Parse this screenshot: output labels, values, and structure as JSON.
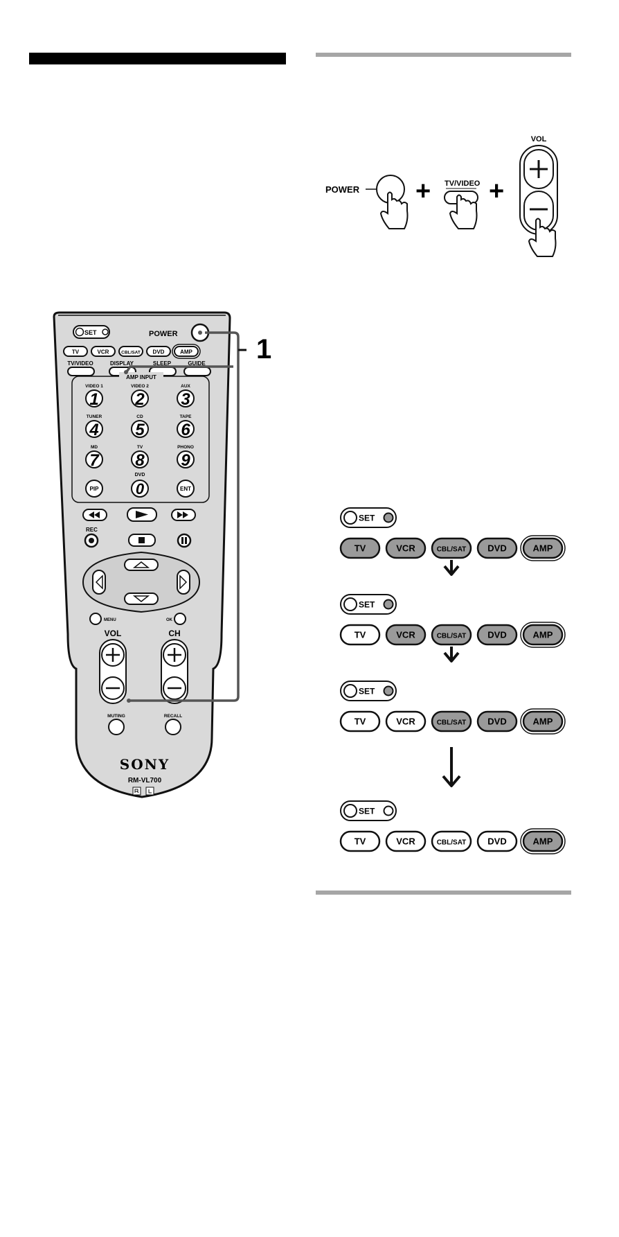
{
  "colors": {
    "ink": "#111111",
    "rule_gray": "#a6a6a6",
    "lit_gray": "#9a9a9a",
    "remote_gray": "#d9d9d9"
  },
  "top_combo": {
    "power_label": "POWER",
    "tv_video_label": "TV/VIDEO",
    "vol_label": "VOL",
    "plus_symbol": "+"
  },
  "remote": {
    "set_label": "SET",
    "power_label": "POWER",
    "callout_number": "1",
    "device_buttons": [
      "TV",
      "VCR",
      "CBL/SAT",
      "DVD",
      "AMP"
    ],
    "function_buttons": [
      "TV/VIDEO",
      "DISPLAY",
      "SLEEP",
      "GUIDE"
    ],
    "amp_input_label": "AMP INPUT",
    "keypad": [
      {
        "sub": "VIDEO 1",
        "num": "1"
      },
      {
        "sub": "VIDEO 2",
        "num": "2"
      },
      {
        "sub": "AUX",
        "num": "3"
      },
      {
        "sub": "TUNER",
        "num": "4"
      },
      {
        "sub": "CD",
        "num": "5"
      },
      {
        "sub": "TAPE",
        "num": "6"
      },
      {
        "sub": "MD",
        "num": "7"
      },
      {
        "sub": "TV",
        "num": "8"
      },
      {
        "sub": "PHONO",
        "num": "9"
      }
    ],
    "pip_label": "PIP",
    "dvd_label": "DVD",
    "zero": "0",
    "ent_label": "ENT",
    "rec_label": "REC",
    "menu_label": "MENU",
    "ok_label": "OK",
    "vol_label": "VOL",
    "ch_label": "CH",
    "muting_label": "MUTING",
    "recall_label": "RECALL",
    "brand": "SONY",
    "model": "RM-VL700"
  },
  "sequence": {
    "set_label": "SET",
    "device_labels": [
      "TV",
      "VCR",
      "CBL/SAT",
      "DVD",
      "AMP"
    ],
    "steps": [
      {
        "lit": [
          true,
          true,
          true,
          true,
          true
        ]
      },
      {
        "lit": [
          false,
          true,
          true,
          true,
          true
        ]
      },
      {
        "lit": [
          false,
          false,
          true,
          true,
          true
        ]
      },
      {
        "lit": [
          false,
          false,
          false,
          false,
          true
        ]
      }
    ]
  }
}
